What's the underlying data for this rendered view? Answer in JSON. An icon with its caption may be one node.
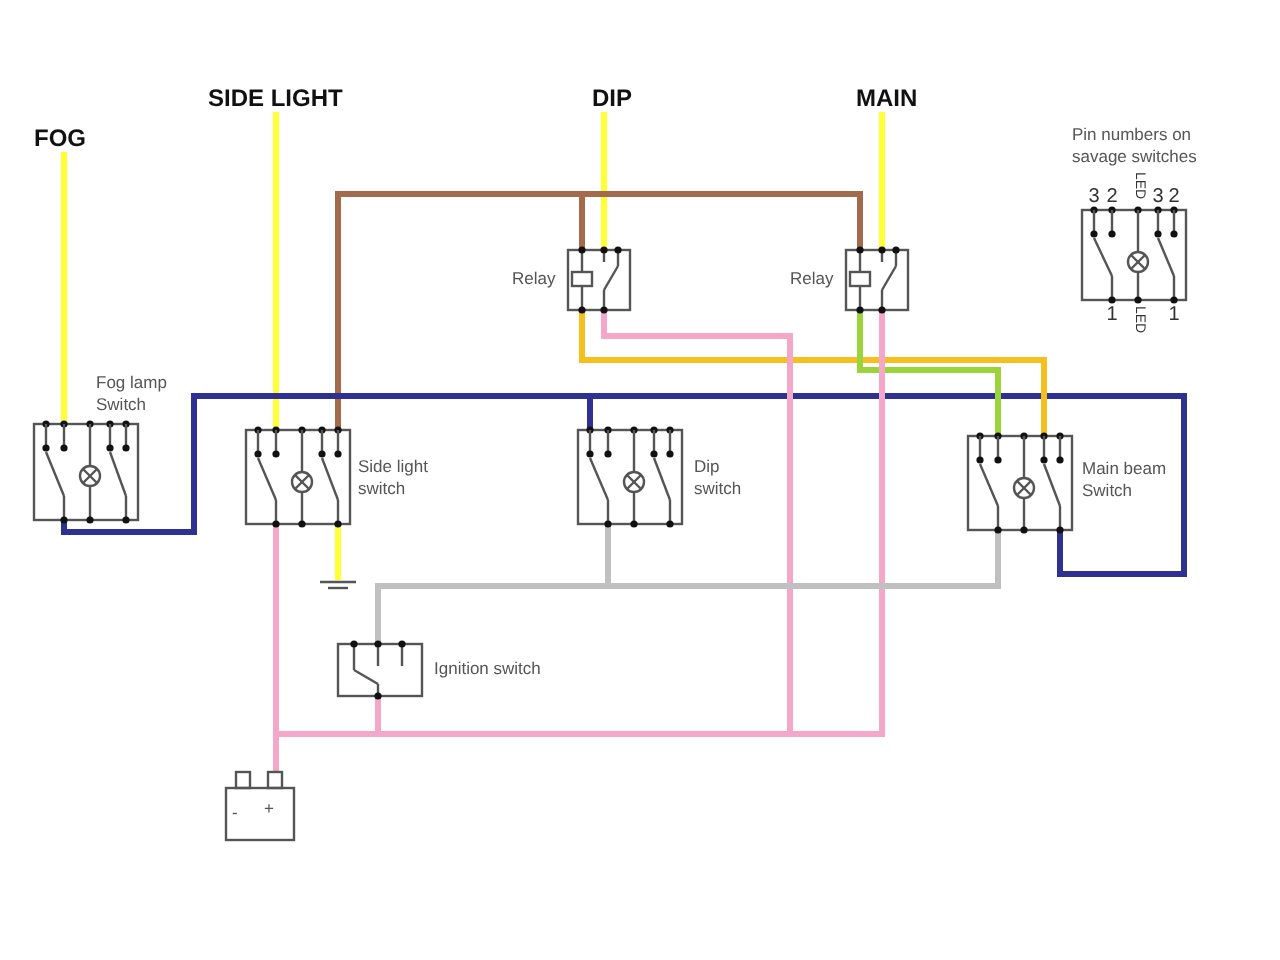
{
  "diagram": {
    "nodes": [
      {
        "text": [
          "FOG"
        ]
      },
      {
        "text": [
          "SIDE LIGHT"
        ]
      },
      {
        "text": [
          "DIP"
        ]
      },
      {
        "text": [
          "MAIN"
        ]
      },
      {
        "text": [
          "Relay"
        ]
      },
      {
        "text": [
          "Relay"
        ]
      },
      {
        "text": [
          "Fog lamp Switch"
        ]
      },
      {
        "text": [
          "Side light switch"
        ]
      },
      {
        "text": [
          "Dip switch"
        ]
      },
      {
        "text": [
          "Main beam Switch"
        ]
      },
      {
        "text": [
          "Pin numbers on savage switches"
        ],
        "beside": [
          "3",
          "2",
          "LED",
          "3",
          "2",
          "1",
          "LED",
          "1"
        ]
      },
      {
        "text": [
          "Ignition switch"
        ]
      },
      {
        "text": [],
        "shape": "ground"
      },
      {
        "text": [
          "-",
          "+"
        ]
      }
    ],
    "edges": [
      {
        "from": 0,
        "to": 6,
        "arrow": "none",
        "color": "#ffff33"
      },
      {
        "from": 1,
        "to": 7,
        "arrow": "none",
        "color": "#ffff33"
      },
      {
        "from": 2,
        "to": 4,
        "arrow": "none",
        "color": "#ffff33"
      },
      {
        "from": 3,
        "to": 5,
        "arrow": "none",
        "color": "#ffff33"
      },
      {
        "from": 7,
        "to": 4,
        "arrow": "none",
        "color": "#a46a4c"
      },
      {
        "from": 7,
        "to": 5,
        "arrow": "none",
        "color": "#a46a4c"
      },
      {
        "from": 6,
        "to": 8,
        "arrow": "none",
        "color": "#2e3192"
      },
      {
        "from": 6,
        "to": 9,
        "arrow": "none",
        "color": "#2e3192"
      },
      {
        "from": 4,
        "to": 9,
        "arrow": "none",
        "color": "#f5c01e"
      },
      {
        "from": 5,
        "to": 9,
        "arrow": "none",
        "color": "#9ad33a"
      },
      {
        "from": 13,
        "to": 7,
        "arrow": "none",
        "color": "#f4a7c9"
      },
      {
        "from": 13,
        "to": 11,
        "arrow": "none",
        "color": "#f4a7c9"
      },
      {
        "from": 13,
        "to": 4,
        "arrow": "none",
        "color": "#f4a7c9"
      },
      {
        "from": 13,
        "to": 5,
        "arrow": "none",
        "color": "#f4a7c9"
      },
      {
        "from": 11,
        "to": 8,
        "arrow": "none",
        "color": "#c0c0c0"
      },
      {
        "from": 11,
        "to": 9,
        "arrow": "none",
        "color": "#c0c0c0"
      },
      {
        "from": 7,
        "to": 12,
        "arrow": "none",
        "color": "#ffff33"
      }
    ]
  }
}
